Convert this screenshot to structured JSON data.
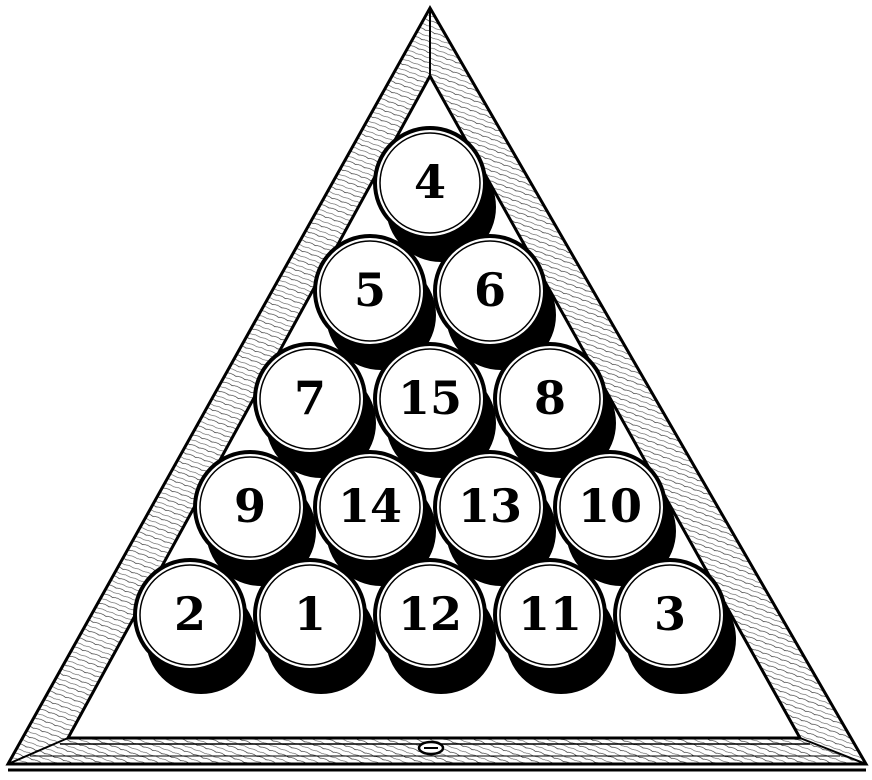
{
  "puzzle": {
    "rows": [
      [
        "4"
      ],
      [
        "5",
        "6"
      ],
      [
        "7",
        "15",
        "8"
      ],
      [
        "9",
        "14",
        "13",
        "10"
      ],
      [
        "2",
        "1",
        "12",
        "11",
        "3"
      ]
    ]
  },
  "colors": {
    "ink": "#000000",
    "paper": "#ffffff",
    "wood": "#ffffff"
  }
}
